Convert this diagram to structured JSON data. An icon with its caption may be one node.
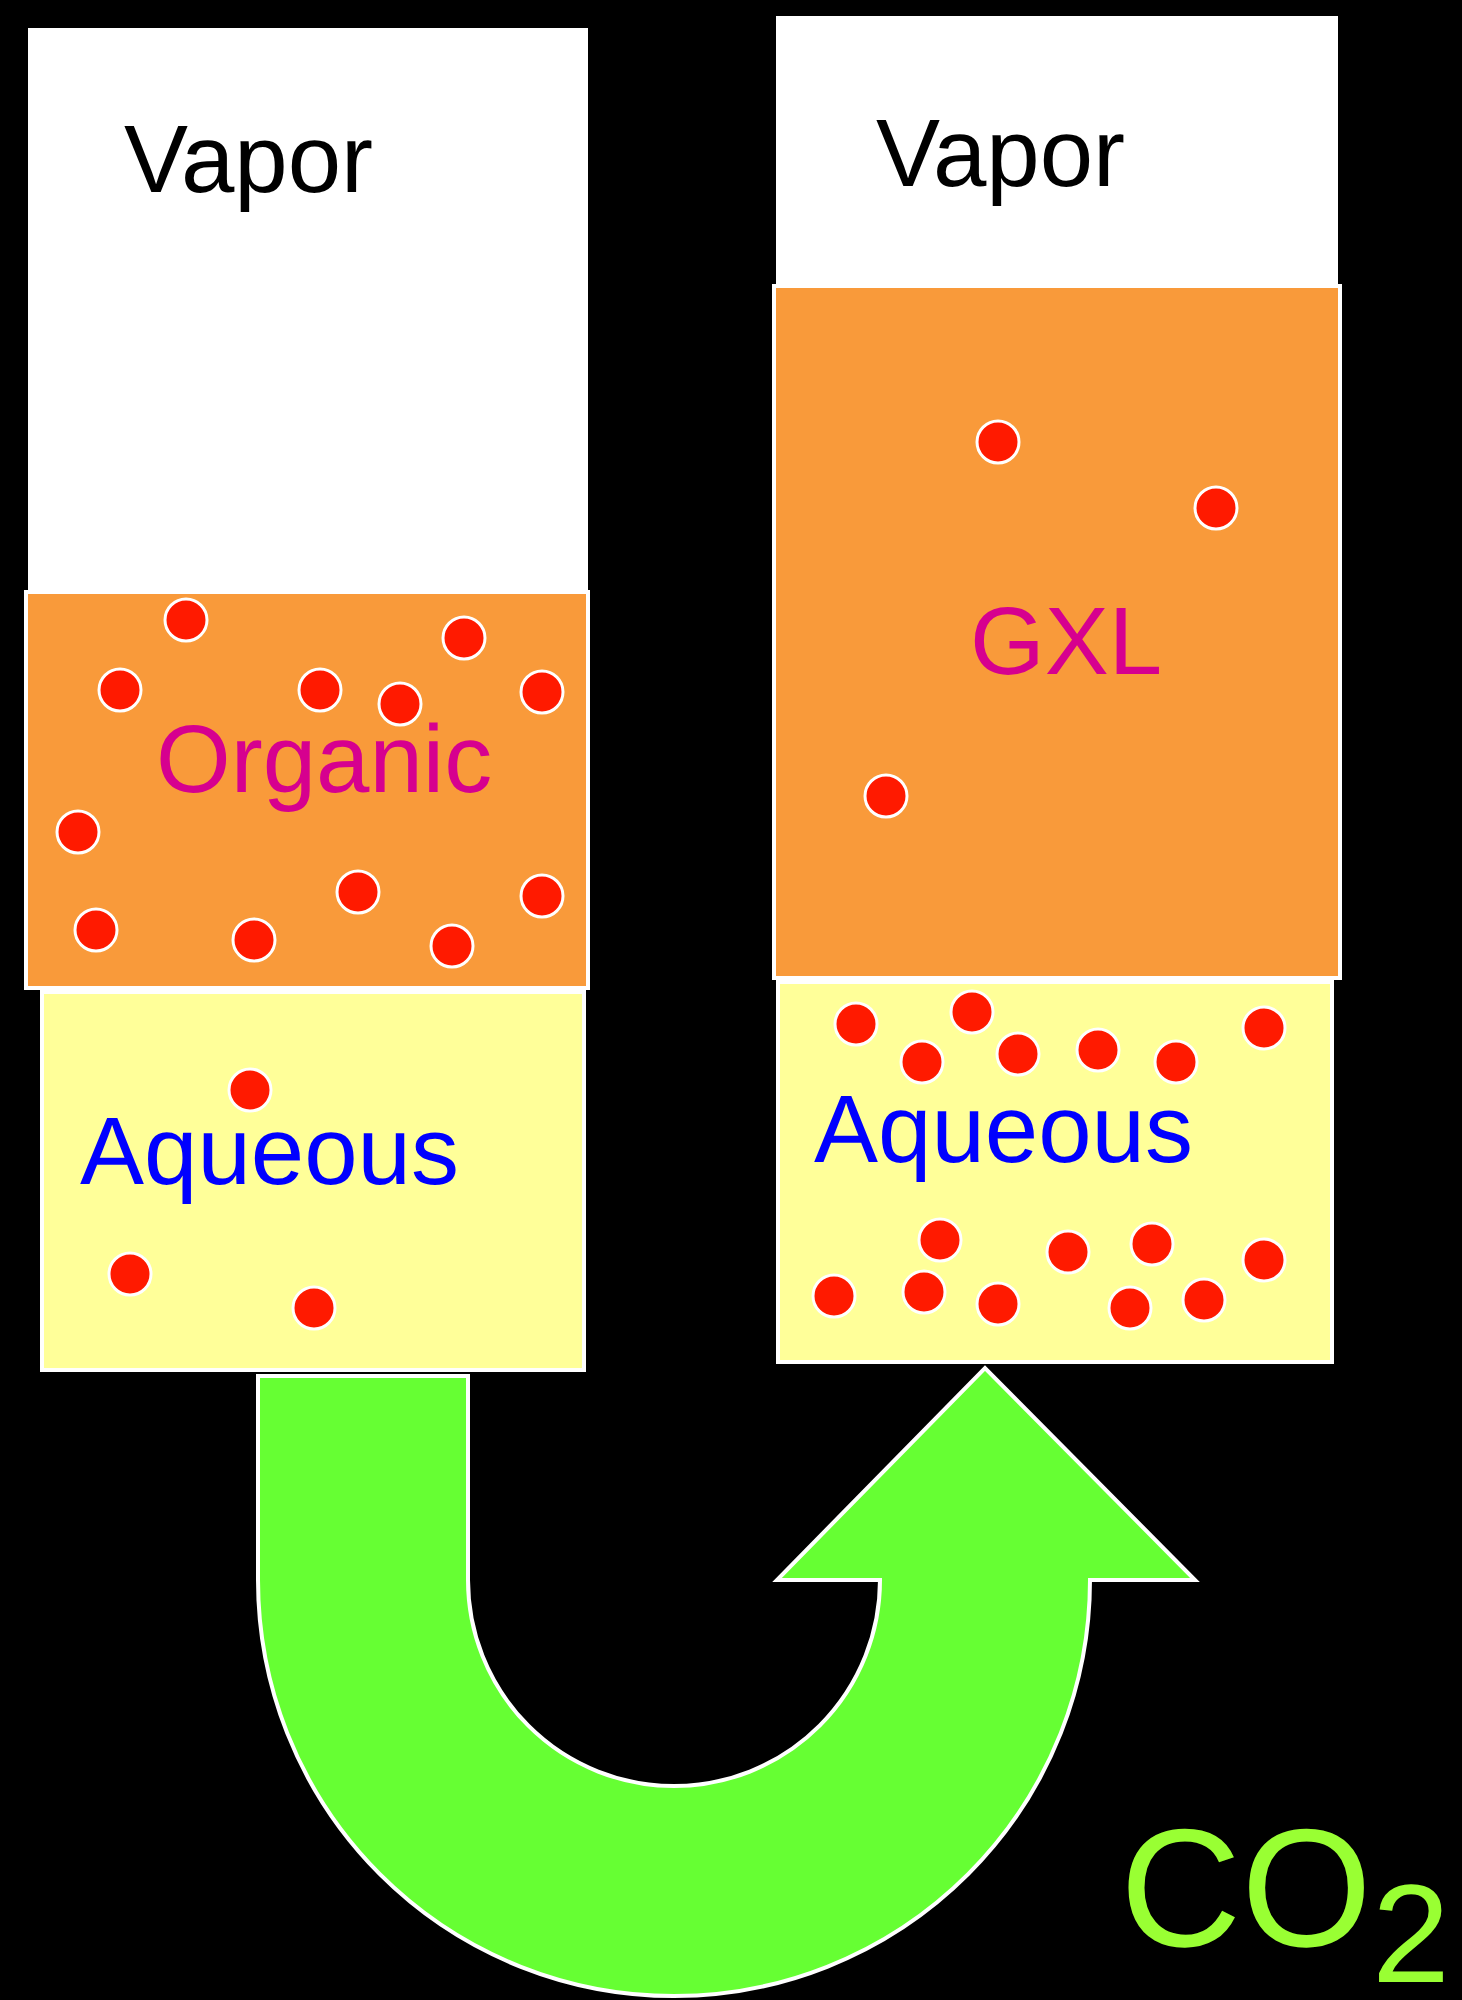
{
  "diagram": {
    "nodes": [
      {
        "text": [
          "Vapor"
        ]
      },
      {
        "text": [
          "Organic"
        ]
      },
      {
        "text": [
          "Aqueous"
        ]
      },
      {
        "text": [
          "Vapor"
        ]
      },
      {
        "text": [
          "GXL"
        ]
      },
      {
        "text": [
          "Aqueous"
        ]
      }
    ],
    "edges": [
      {
        "from": 2,
        "to": 5,
        "arrow": "to"
      }
    ],
    "labels": [
      "CO$_{2}$"
    ]
  }
}
